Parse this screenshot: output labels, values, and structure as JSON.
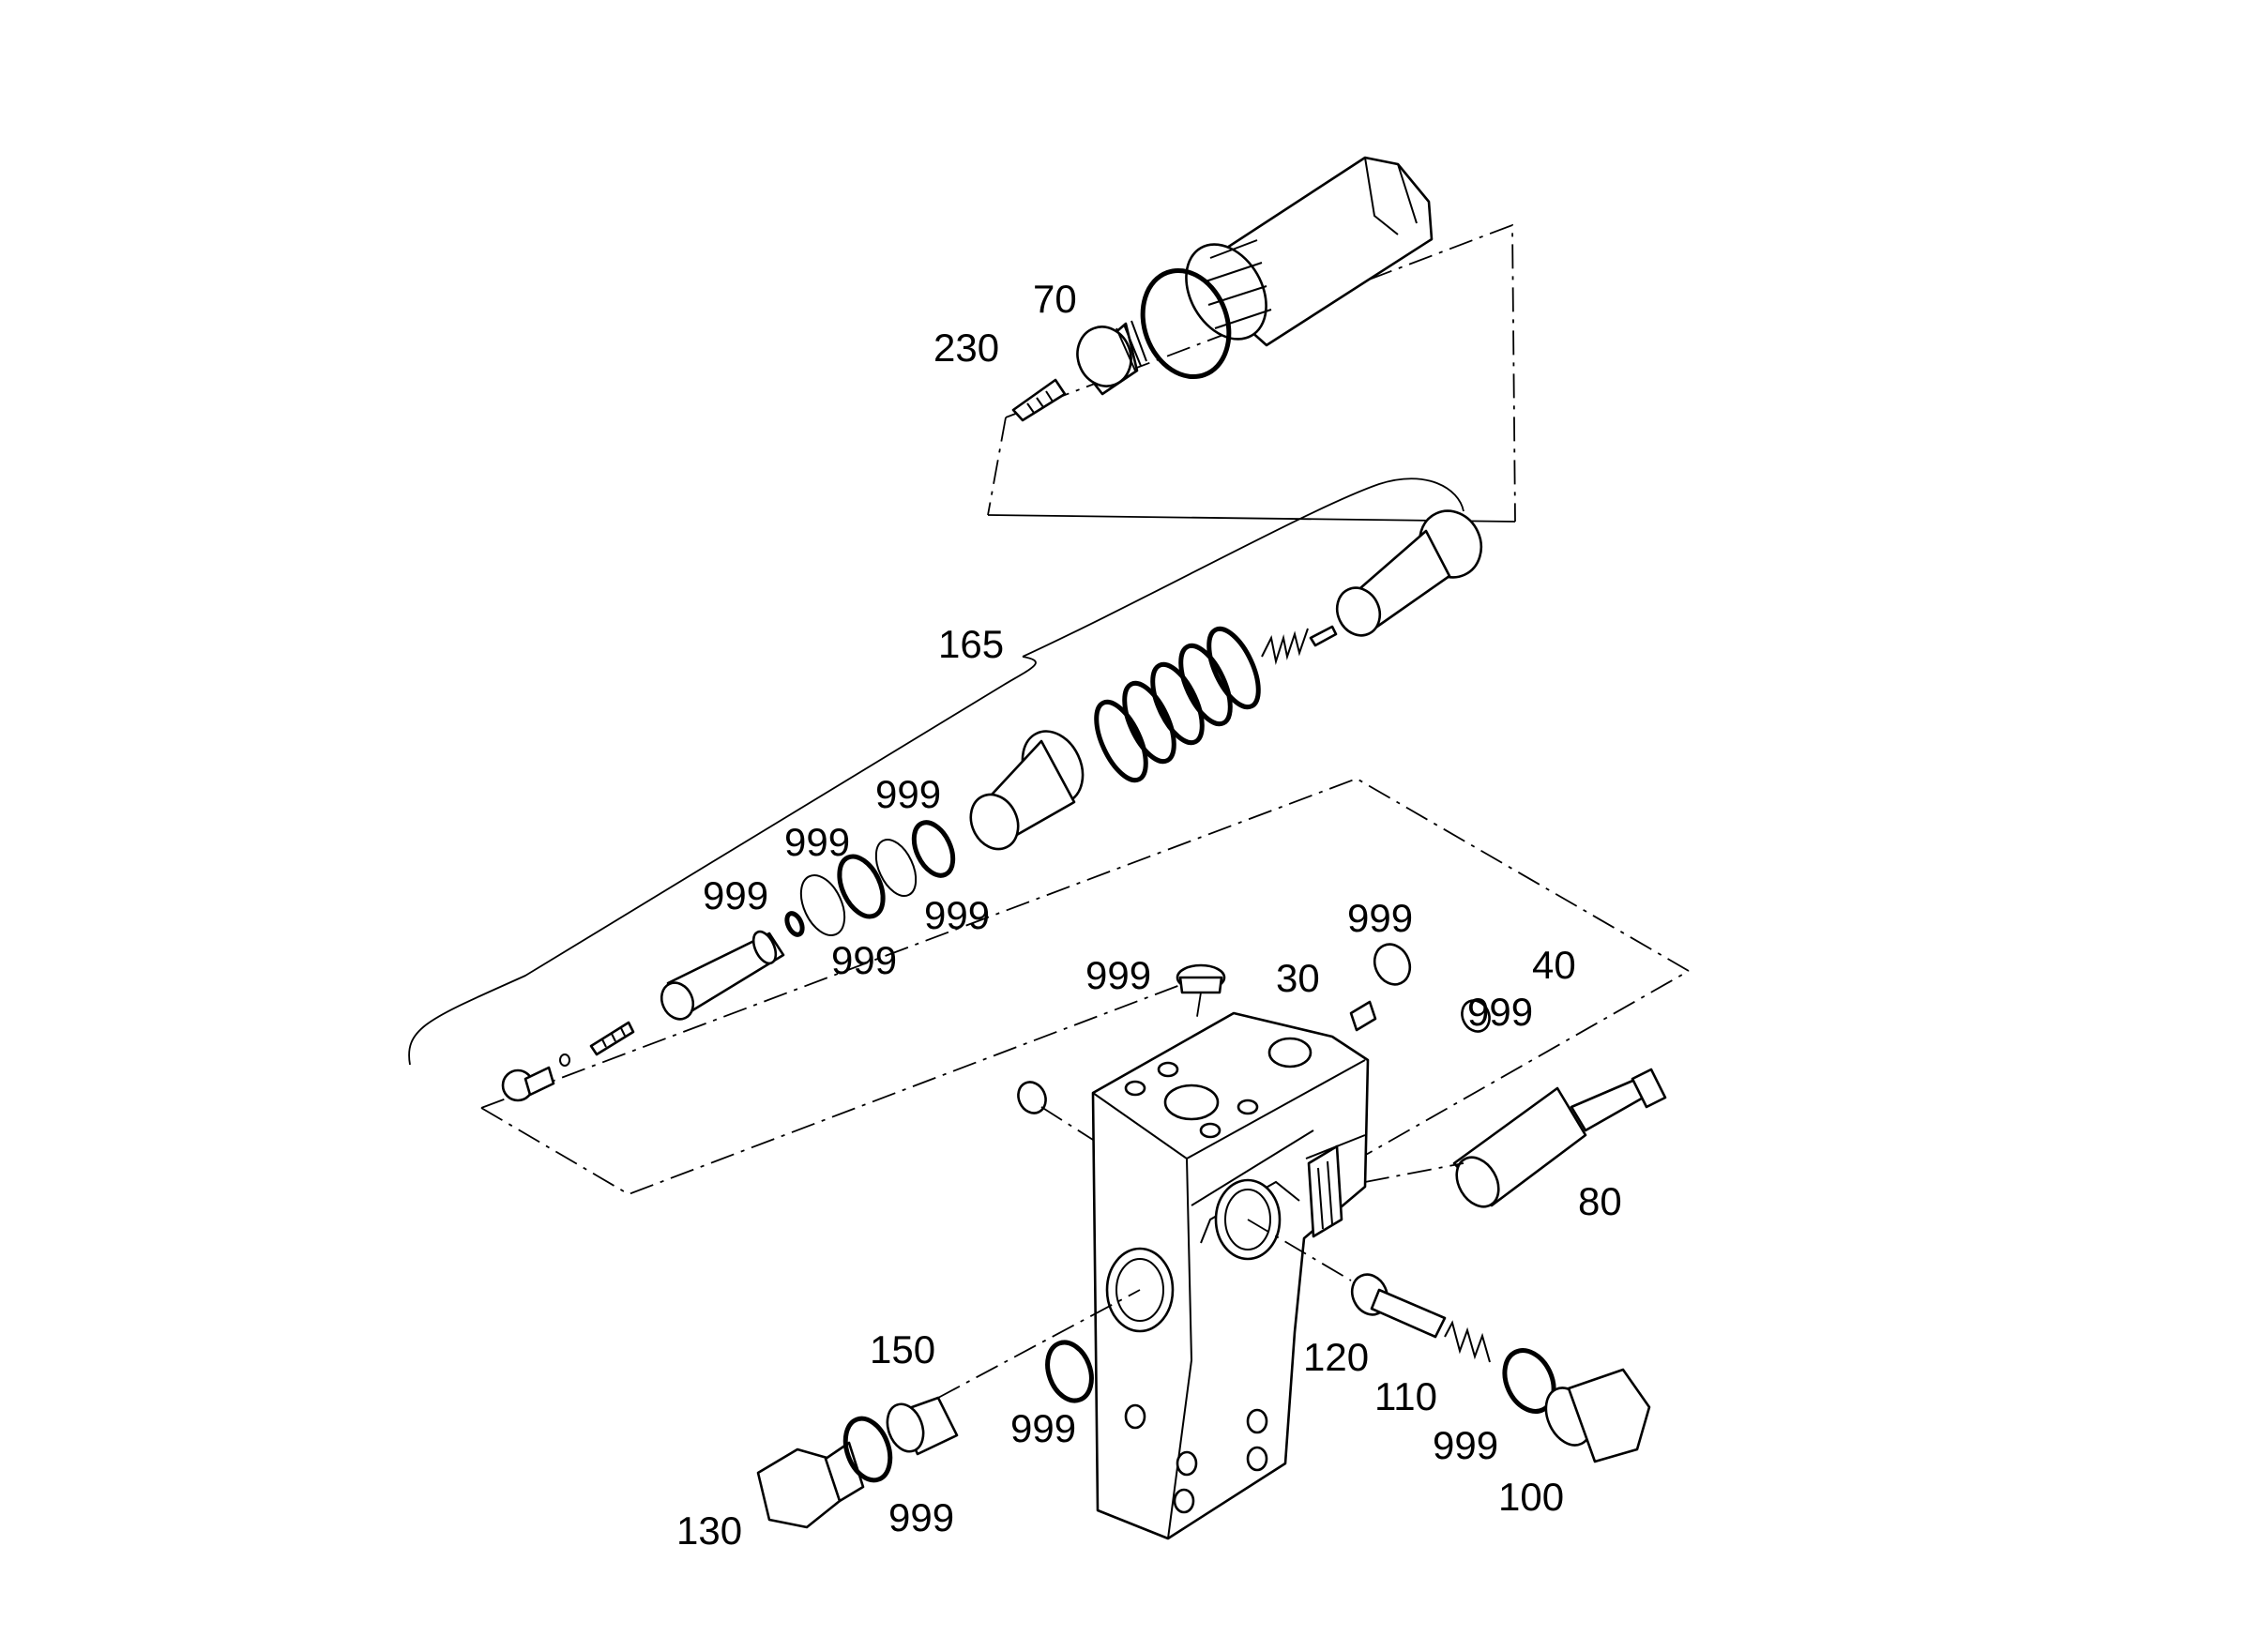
{
  "labels": {
    "p230": "230",
    "p70": "70",
    "p165": "165",
    "p999_a": "999",
    "p999_b": "999",
    "p999_c": "999",
    "p999_d": "999",
    "p999_e": "999",
    "p999_f": "999",
    "p999_g": "999",
    "p30": "30",
    "p40": "40",
    "p999_h": "999",
    "p80": "80",
    "p150": "150",
    "p999_i": "999",
    "p120": "120",
    "p110": "110",
    "p999_j": "999",
    "p100": "100",
    "p130": "130",
    "p999_k": "999"
  }
}
